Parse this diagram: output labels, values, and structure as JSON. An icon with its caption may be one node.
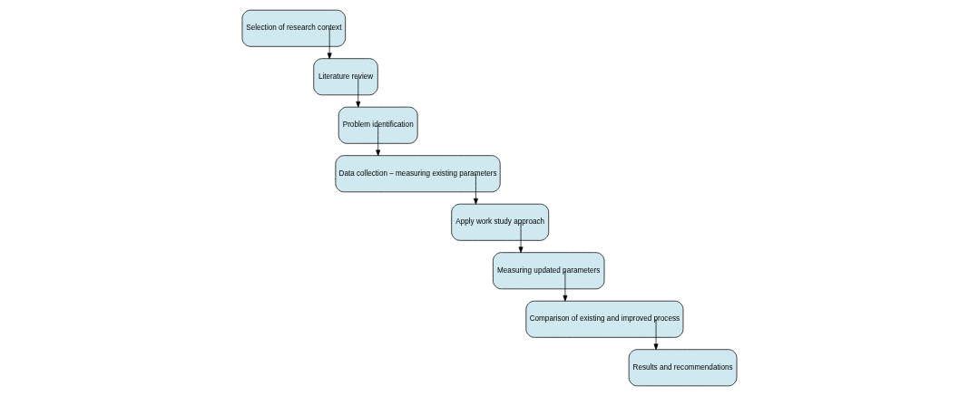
{
  "diagram": {
    "nodes": [
      {
        "text": [
          "Selection of research context"
        ]
      },
      {
        "text": [
          "Literature review"
        ]
      },
      {
        "text": [
          "Problem identification"
        ]
      },
      {
        "text": [
          "Data collection – measuring existing parameters"
        ]
      },
      {
        "text": [
          "Apply work study approach"
        ]
      },
      {
        "text": [
          "Measuring updated parameters"
        ]
      },
      {
        "text": [
          "Comparison of existing and improved process"
        ]
      },
      {
        "text": [
          "Results and recommendations"
        ]
      }
    ],
    "edges": [
      {
        "from": 0,
        "to": 1,
        "arrow": "to"
      },
      {
        "from": 1,
        "to": 2,
        "arrow": "to"
      },
      {
        "from": 2,
        "to": 3,
        "arrow": "to"
      },
      {
        "from": 3,
        "to": 4,
        "arrow": "to"
      },
      {
        "from": 4,
        "to": 5,
        "arrow": "to"
      },
      {
        "from": 5,
        "to": 6,
        "arrow": "to"
      },
      {
        "from": 6,
        "to": 7,
        "arrow": "to"
      }
    ]
  }
}
